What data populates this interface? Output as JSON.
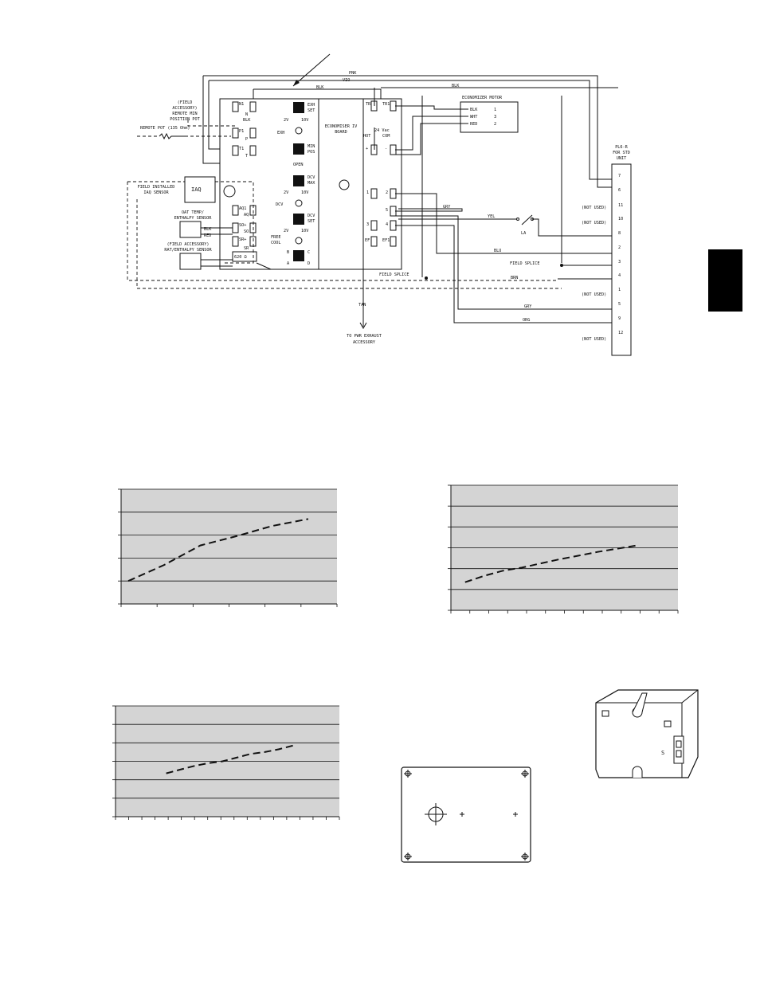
{
  "wiring": {
    "wire_labels": {
      "pnk": "PNK",
      "vio": "VIO",
      "blk_top": "BLK",
      "blk_right": "BLK",
      "gry_mid": "GRY",
      "yel": "YEL",
      "blu": "BLU",
      "brn": "BRN",
      "gry_low": "GRY",
      "org": "ORG",
      "tan": "TAN"
    },
    "remote_pot_label": [
      "(FIELD",
      "ACCESSORY)",
      "REMOTE MIN",
      "POSITION POT"
    ],
    "remote_pot_ohm": "REMOTE POT (135 Ohm)",
    "iaq_sensor_label": [
      "FIELD INSTALLED",
      "IAQ SENSOR"
    ],
    "iaq_box": "IAQ",
    "oat_label": [
      "OAT TEMP/",
      "ENTHALPY SENSOR"
    ],
    "rat_label": [
      "(FIELD ACCESSORY)",
      "RAT/ENTHALPY SENSOR"
    ],
    "sensor_wire_blk": "BLK",
    "sensor_wire_red": "RED",
    "board_label": [
      "ECONOMISER IV",
      "BOARD"
    ],
    "left_terminals": [
      "N1",
      "N",
      "P1",
      "P",
      "T1",
      "T",
      "AQ1",
      "AQ",
      "SO+",
      "SO",
      "SR+",
      "SR",
      "620 Ω"
    ],
    "pot_labels": {
      "exh_set": [
        "EXH",
        "SET"
      ],
      "exh": "EXH",
      "min_pos": [
        "MIN",
        "POS"
      ],
      "open": "OPEN",
      "dcv_max": [
        "DCV",
        "MAX"
      ],
      "dcv": "DCV",
      "dcv_set": [
        "DCV",
        "SET"
      ],
      "free_cool": [
        "FREE",
        "COOL"
      ],
      "v2": "2V",
      "v10": "10V",
      "b": "B",
      "c": "C",
      "a": "A",
      "d": "D"
    },
    "right_terminals": [
      "TR",
      "TR1",
      "24 Vac",
      "HOT",
      "COM",
      "+",
      "-",
      "1",
      "2",
      "5",
      "3",
      "4",
      "EF",
      "EF1"
    ],
    "motor_label": "ECONOMIZER MOTOR",
    "motor_wires": [
      {
        "color": "BLK",
        "pin": "1"
      },
      {
        "color": "WHT",
        "pin": "3"
      },
      {
        "color": "RED",
        "pin": "2"
      }
    ],
    "plug_label": [
      "PL6-R",
      "FOR STD",
      "UNIT"
    ],
    "plug_pins": [
      "7",
      "6",
      "11",
      "10",
      "8",
      "2",
      "3",
      "4",
      "1",
      "5",
      "9",
      "12"
    ],
    "not_used": "(NOT USED)",
    "field_splice": "FIELD SPLICE",
    "la": "LA",
    "pwr_exhaust": [
      "TO PWR EXHAUST",
      "ACCESSORY"
    ]
  },
  "chart_data": [
    {
      "type": "line",
      "x": [
        0,
        1,
        2,
        3,
        4,
        5
      ],
      "y": [
        1.0,
        1.7,
        2.55,
        2.95,
        3.4,
        3.7
      ],
      "ylim": [
        0,
        5
      ],
      "xlim": [
        -0.2,
        5.8
      ]
    },
    {
      "type": "line",
      "x": [
        0,
        1,
        2,
        3,
        4,
        5,
        6,
        7,
        8,
        9
      ],
      "y": [
        1.35,
        1.65,
        1.9,
        2.05,
        2.25,
        2.45,
        2.62,
        2.8,
        2.95,
        3.1
      ],
      "ylim": [
        0,
        6
      ],
      "xlim": [
        -0.75,
        11.25
      ]
    },
    {
      "type": "line",
      "x": [
        0,
        1,
        2,
        3,
        4,
        5,
        6,
        7,
        8,
        9
      ],
      "y": [
        2.35,
        2.55,
        2.75,
        2.9,
        3.0,
        3.2,
        3.4,
        3.5,
        3.65,
        3.85
      ],
      "ylim": [
        0,
        6
      ],
      "xlim": [
        -3.6,
        12.3
      ]
    }
  ],
  "parts": {
    "sensor_marker": "S"
  }
}
